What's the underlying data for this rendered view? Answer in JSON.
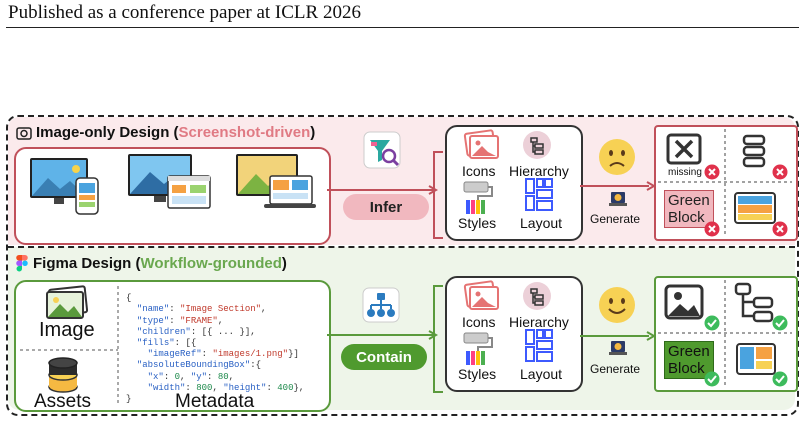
{
  "header": {
    "text": "Published as a conference paper at ICLR 2026"
  },
  "top": {
    "title_prefix": "Image-only Design (",
    "title_highlight": "Screenshot-driven",
    "title_suffix": ")",
    "action": "Infer",
    "features": {
      "icons": "Icons",
      "hierarchy": "Hierarchy",
      "styles": "Styles",
      "layout": "Layout"
    },
    "generate": "Generate",
    "result": {
      "missing": "missing",
      "block_line1": "Green",
      "block_line2": "Block"
    }
  },
  "bottom": {
    "title_prefix": "Figma Design (",
    "title_highlight": "Workflow-grounded",
    "title_suffix": ")",
    "image_label": "Image",
    "assets_label": "Assets",
    "metadata_label": "Metadata",
    "code": {
      "open": "{",
      "l1k": "\"name\"",
      "l1v": "\"Image Section\"",
      "l2k": "\"type\"",
      "l2v": "\"FRAME\"",
      "l3k": "\"children\"",
      "l3v": "[{ ... }],",
      "l4k": "\"fills\"",
      "l4v": "[{",
      "l5k": "\"imageRef\"",
      "l5v": "\"images/1.png\"",
      "l5e": "}]",
      "l6k": "\"absoluteBoundingBox\"",
      "l6v": ":{",
      "l7a": "\"x\"",
      "l7b": "0",
      "l7c": "\"y\"",
      "l7d": "80",
      "l8a": "\"width\"",
      "l8b": "800",
      "l8c": "\"height\"",
      "l8d": "400",
      "close": "}"
    },
    "action": "Contain",
    "features": {
      "icons": "Icons",
      "hierarchy": "Hierarchy",
      "styles": "Styles",
      "layout": "Layout"
    },
    "generate": "Generate",
    "result": {
      "block_line1": "Green",
      "block_line2": "Block"
    }
  },
  "colors": {
    "red": "#c0505a",
    "green": "#5a9a3c",
    "pink_band": "#fbeaec",
    "green_band": "#eef5e9"
  }
}
